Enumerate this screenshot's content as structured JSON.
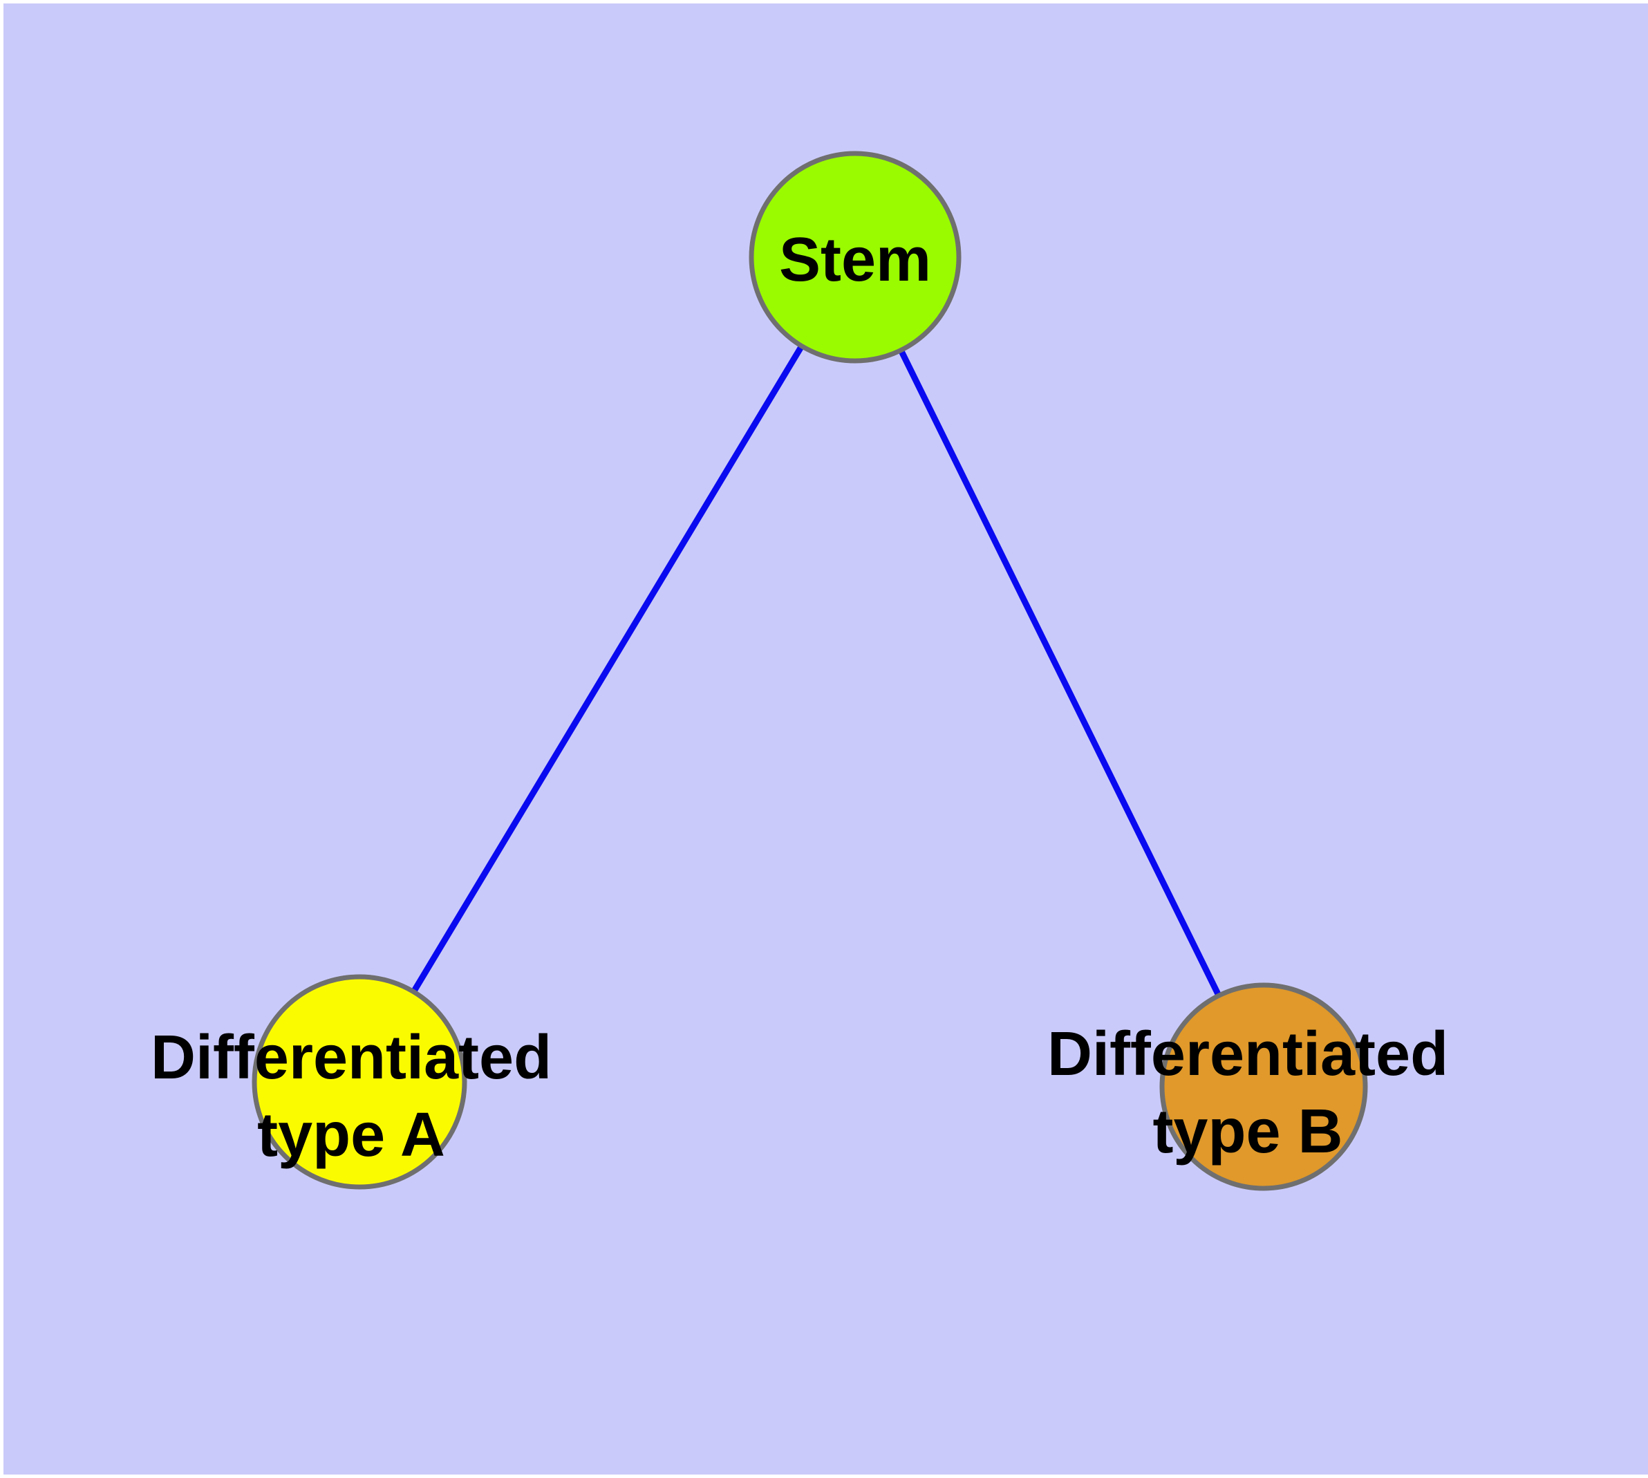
{
  "canvas": {
    "page_background": "#ffffff",
    "background": "#cacafa"
  },
  "diagram": {
    "type": "graph",
    "edge_color": "#0a0af0",
    "node_stroke_color": "#6f6f6f",
    "label_color": "#000000",
    "nodes": {
      "stem": {
        "label": "Stem",
        "fill": "#9afa00"
      },
      "diff_a": {
        "line1": "Differentiated",
        "line2": "type A",
        "fill": "#fbfb00"
      },
      "diff_b": {
        "line1": "Differentiated",
        "line2": "type B",
        "fill": "#e0992a"
      }
    },
    "edges": [
      {
        "from": "Stem",
        "to": "Differentiated type A"
      },
      {
        "from": "Stem",
        "to": "Differentiated type B"
      }
    ]
  }
}
